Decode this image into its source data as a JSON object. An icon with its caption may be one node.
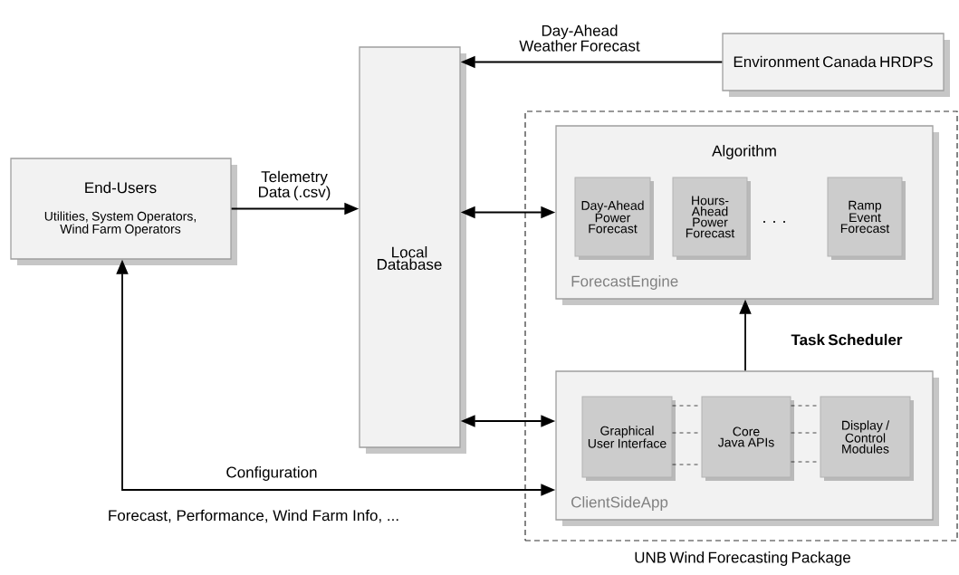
{
  "diagram": {
    "nodes": [
      {
        "text": [
          "End-Users",
          "Utilities, System Operators, Wind Farm Operators"
        ]
      },
      {
        "text": [
          "Local Database"
        ]
      },
      {
        "text": [
          "Environment Canada HRDPS"
        ]
      },
      {
        "text": [
          "UNB Wind Forecasting Package"
        ]
      },
      {
        "text": [
          "Algorithm",
          "ForecastEngine"
        ],
        "in": 3
      },
      {
        "text": [
          "Day-Ahead Power Forecast"
        ],
        "in": 4
      },
      {
        "text": [
          "Hours-Ahead Power Forecast"
        ],
        "in": 4
      },
      {
        "text": [
          "Ramp Event Forecast"
        ],
        "in": 4
      },
      {
        "text": [
          "ClientSideApp"
        ],
        "in": 3
      },
      {
        "text": [
          "Graphical User Interface"
        ],
        "in": 8
      },
      {
        "text": [
          "Core Java APIs"
        ],
        "in": 8
      },
      {
        "text": [
          "Display / Control Modules"
        ],
        "in": 8
      }
    ],
    "edges": [
      {
        "from": 0,
        "to": 1,
        "arrow": "to",
        "label": "Telemetry Data (.csv)"
      },
      {
        "from": 2,
        "to": 1,
        "arrow": "to",
        "label": "Day-Ahead Weather Forecast"
      },
      {
        "from": 1,
        "to": 4,
        "arrow": "both"
      },
      {
        "from": 1,
        "to": 8,
        "arrow": "both"
      },
      {
        "from": 8,
        "to": 4,
        "arrow": "to",
        "label": "Task Scheduler"
      },
      {
        "from": 0,
        "to": 8,
        "arrow": "both",
        "label": "Configuration"
      },
      {
        "from": 9,
        "to": 10,
        "arrow": "none",
        "style": "dashed"
      },
      {
        "from": 9,
        "to": 10,
        "arrow": "none",
        "style": "dashed"
      },
      {
        "from": 9,
        "to": 10,
        "arrow": "none",
        "style": "dashed"
      },
      {
        "from": 10,
        "to": 11,
        "arrow": "none",
        "style": "dashed"
      },
      {
        "from": 10,
        "to": 11,
        "arrow": "none",
        "style": "dashed"
      },
      {
        "from": 10,
        "to": 11,
        "arrow": "none",
        "style": "dashed"
      }
    ],
    "labels": [
      ". . .",
      "Forecast, Performance, Wind Farm Info, ..."
    ]
  }
}
